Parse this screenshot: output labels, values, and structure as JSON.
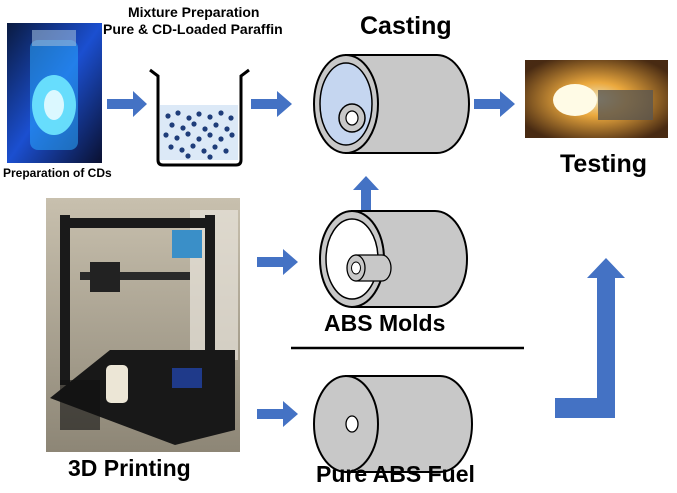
{
  "labels": {
    "mixture_title": "Mixture Preparation",
    "mixture_subtitle": "Pure & CD-Loaded Paraffin",
    "casting": "Casting",
    "testing": "Testing",
    "preparation_cds": "Preparation of CDs",
    "abs_molds": "ABS Molds",
    "printing_3d": "3D Printing",
    "pure_abs_fuel": "Pure ABS Fuel"
  },
  "photos": {
    "cd_vial": "fluorescent carbon-dot vial photo",
    "flame": "combustion test flame photo",
    "printer": "3D printer photo"
  },
  "colors": {
    "arrow": "#4472c4",
    "cylinder": "#c8c8c8",
    "paraffin_core": "#c5d6f0",
    "cd_particles": "#1f3d7a",
    "beaker_liquid": "#dce9f7"
  }
}
